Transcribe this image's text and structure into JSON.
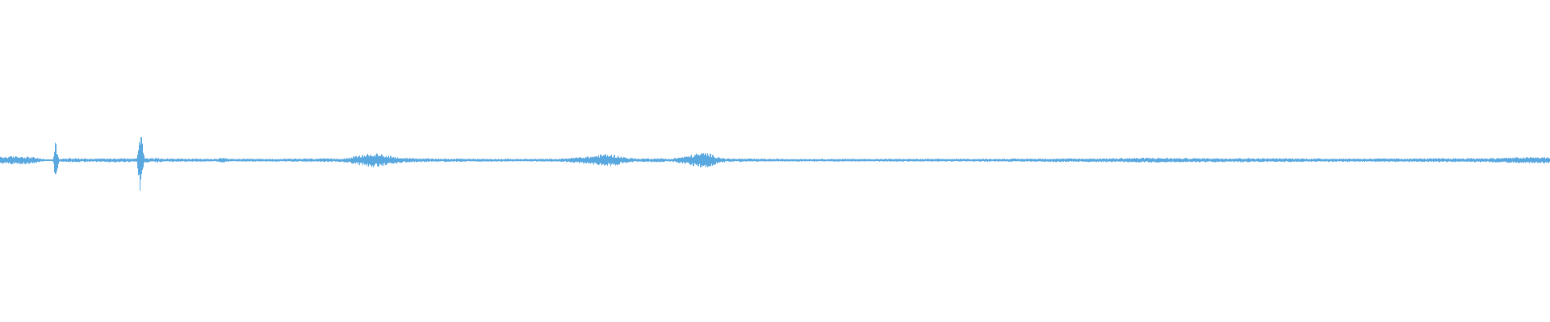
{
  "waveform": {
    "color": "#5aa8e0",
    "background": "#ffffff",
    "amplitude_envelope": [
      [
        0.0,
        0.1
      ],
      [
        0.01,
        0.12
      ],
      [
        0.02,
        0.1
      ],
      [
        0.026,
        0.05
      ],
      [
        0.03,
        0.02
      ],
      [
        0.034,
        0.03
      ],
      [
        0.0355,
        0.55
      ],
      [
        0.038,
        0.04
      ],
      [
        0.045,
        0.06
      ],
      [
        0.06,
        0.05
      ],
      [
        0.075,
        0.06
      ],
      [
        0.088,
        0.05
      ],
      [
        0.0905,
        1.0
      ],
      [
        0.093,
        0.07
      ],
      [
        0.11,
        0.05
      ],
      [
        0.14,
        0.04
      ],
      [
        0.1435,
        0.1
      ],
      [
        0.146,
        0.04
      ],
      [
        0.18,
        0.04
      ],
      [
        0.2,
        0.05
      ],
      [
        0.22,
        0.05
      ],
      [
        0.225,
        0.08
      ],
      [
        0.232,
        0.14
      ],
      [
        0.24,
        0.2
      ],
      [
        0.248,
        0.16
      ],
      [
        0.255,
        0.1
      ],
      [
        0.262,
        0.06
      ],
      [
        0.28,
        0.05
      ],
      [
        0.32,
        0.04
      ],
      [
        0.36,
        0.04
      ],
      [
        0.376,
        0.1
      ],
      [
        0.382,
        0.12
      ],
      [
        0.39,
        0.18
      ],
      [
        0.398,
        0.14
      ],
      [
        0.405,
        0.07
      ],
      [
        0.412,
        0.05
      ],
      [
        0.425,
        0.06
      ],
      [
        0.432,
        0.04
      ],
      [
        0.443,
        0.12
      ],
      [
        0.45,
        0.2
      ],
      [
        0.456,
        0.22
      ],
      [
        0.462,
        0.12
      ],
      [
        0.468,
        0.05
      ],
      [
        0.5,
        0.04
      ],
      [
        0.56,
        0.04
      ],
      [
        0.62,
        0.04
      ],
      [
        0.68,
        0.05
      ],
      [
        0.7,
        0.05
      ],
      [
        0.72,
        0.06
      ],
      [
        0.74,
        0.07
      ],
      [
        0.76,
        0.06
      ],
      [
        0.8,
        0.06
      ],
      [
        0.85,
        0.05
      ],
      [
        0.9,
        0.05
      ],
      [
        0.96,
        0.06
      ],
      [
        0.975,
        0.08
      ],
      [
        0.99,
        0.09
      ],
      [
        1.0,
        0.09
      ]
    ]
  }
}
